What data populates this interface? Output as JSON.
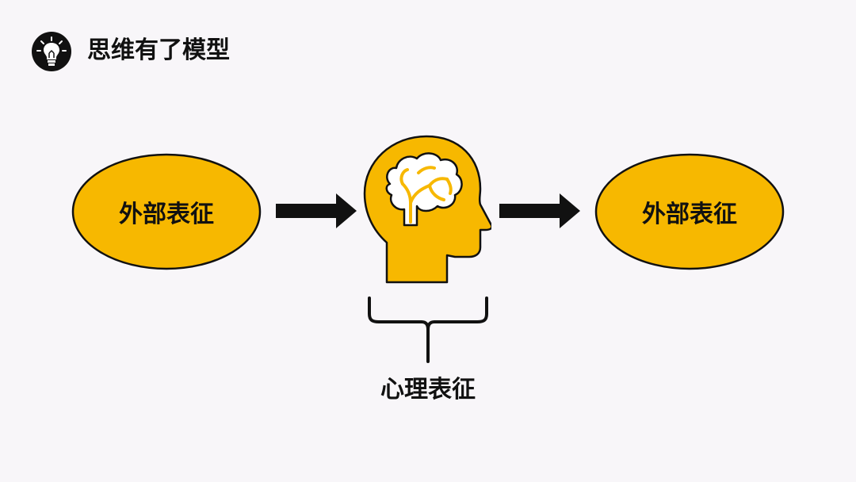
{
  "header": {
    "icon": "lightbulb-icon",
    "title": "思维有了模型"
  },
  "diagram": {
    "left_node": {
      "label": "外部表征"
    },
    "right_node": {
      "label": "外部表征"
    },
    "center_icon": "head-brain-icon",
    "caption": "心理表征"
  },
  "colors": {
    "background": "#f8f6f9",
    "accent": "#f7b800",
    "stroke": "#111111"
  }
}
